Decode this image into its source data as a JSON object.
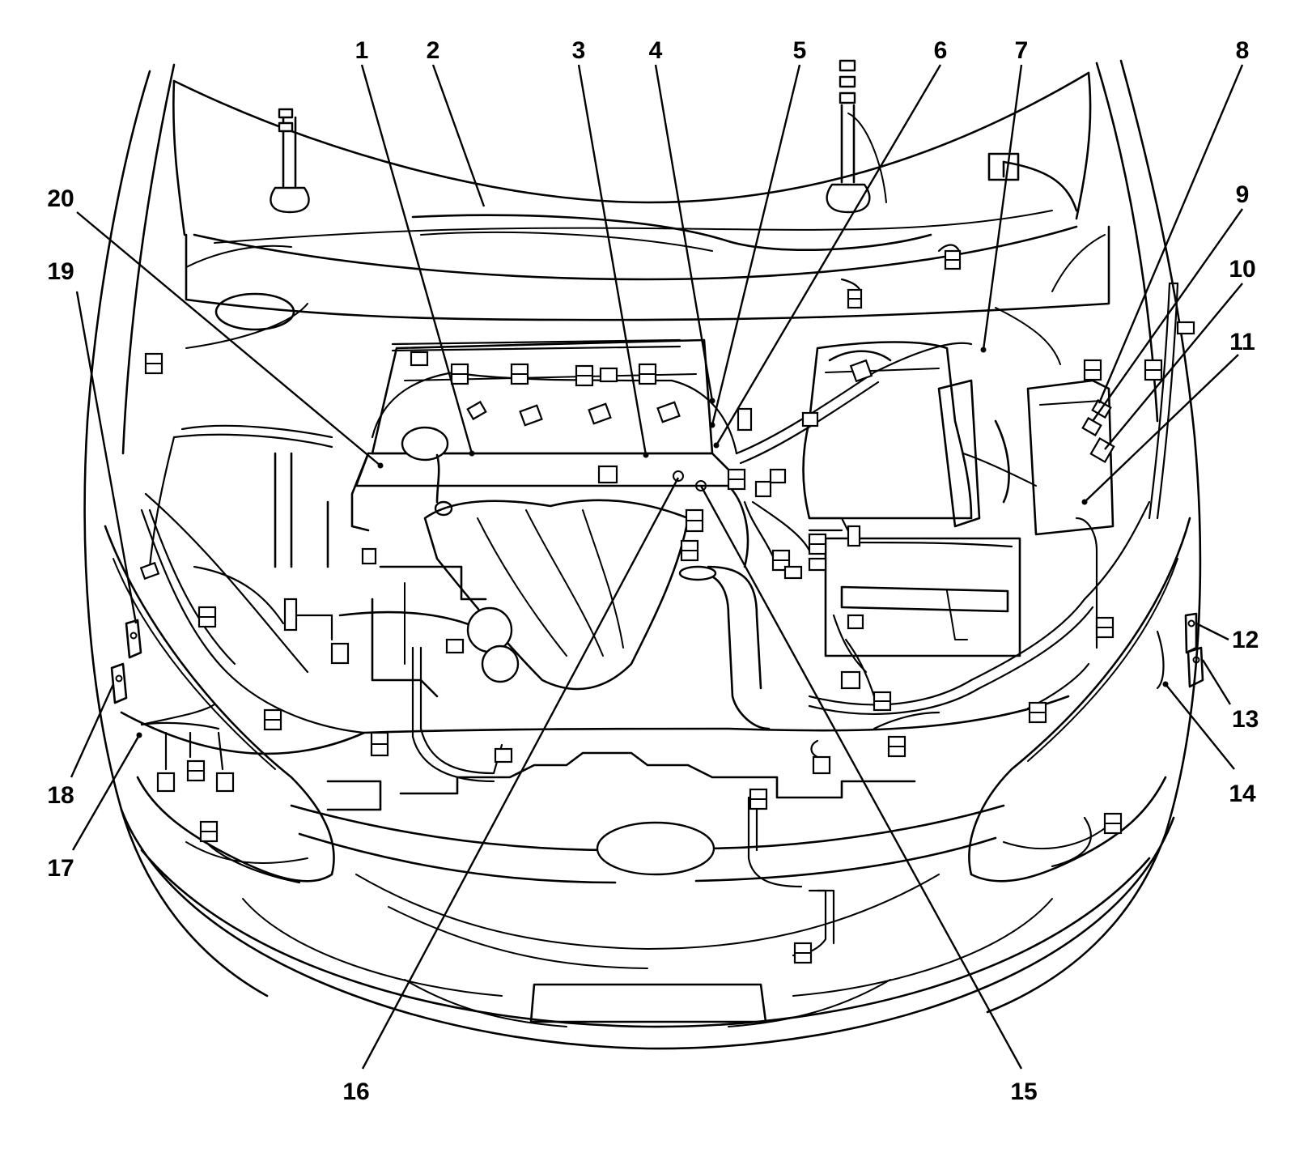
{
  "diagram": {
    "callouts": [
      {
        "label": "1"
      },
      {
        "label": "2"
      },
      {
        "label": "3"
      },
      {
        "label": "4"
      },
      {
        "label": "5"
      },
      {
        "label": "6"
      },
      {
        "label": "7"
      },
      {
        "label": "8"
      },
      {
        "label": "9"
      },
      {
        "label": "10"
      },
      {
        "label": "11"
      },
      {
        "label": "12"
      },
      {
        "label": "13"
      },
      {
        "label": "14"
      },
      {
        "label": "15"
      },
      {
        "label": "16"
      },
      {
        "label": "17"
      },
      {
        "label": "18"
      },
      {
        "label": "19"
      },
      {
        "label": "20"
      }
    ]
  }
}
